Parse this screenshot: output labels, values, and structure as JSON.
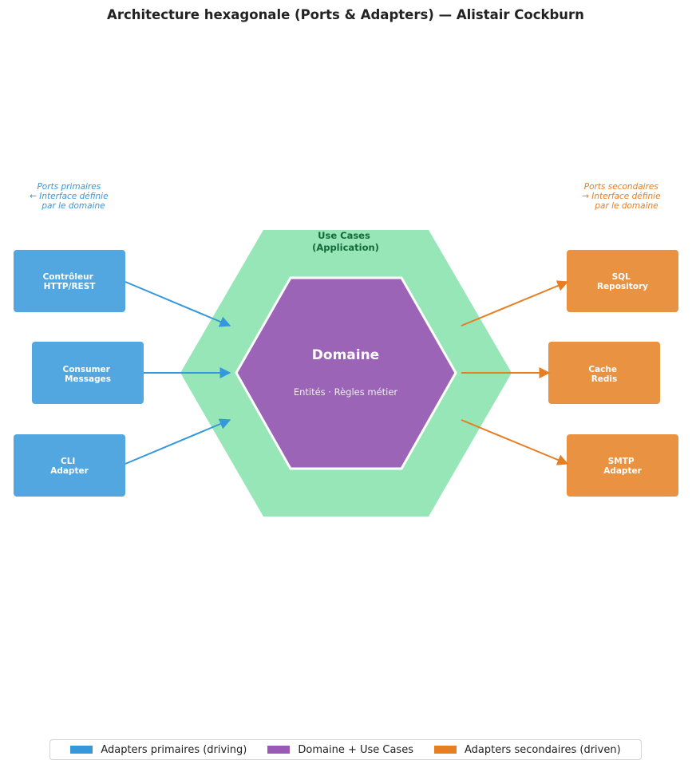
{
  "title": "Architecture hexagonale (Ports & Adapters) — Alistair Cockburn",
  "colors": {
    "primary": "#3498db",
    "primary_box": "#52a7e0",
    "secondary": "#e67e22",
    "secondary_box": "#e89242",
    "domain": "#9b64b6",
    "usecase": "#96e6b7",
    "usecase_text": "#15683a"
  },
  "primary_ports_note": [
    "Ports primaires",
    "← Interface définie",
    "par le domaine"
  ],
  "secondary_ports_note": [
    "Ports secondaires",
    "→ Interface définie",
    "par le domaine"
  ],
  "usecases_label": [
    "Use Cases",
    "(Application)"
  ],
  "domain": {
    "title": "Domaine",
    "subtitle": "Entités · Règles métier"
  },
  "primary_adapters": [
    {
      "lines": [
        "Contrôleur",
        "HTTP/REST"
      ]
    },
    {
      "lines": [
        "Consumer",
        "Messages"
      ]
    },
    {
      "lines": [
        "CLI",
        "Adapter"
      ]
    }
  ],
  "secondary_adapters": [
    {
      "lines": [
        "SQL",
        "Repository"
      ]
    },
    {
      "lines": [
        "Cache",
        "Redis"
      ]
    },
    {
      "lines": [
        "SMTP",
        "Adapter"
      ]
    }
  ],
  "legend": [
    {
      "label": "Adapters primaires (driving)",
      "color": "#3498db"
    },
    {
      "label": "Domaine + Use Cases",
      "color": "#9b59b6"
    },
    {
      "label": "Adapters secondaires (driven)",
      "color": "#e67e22"
    }
  ]
}
